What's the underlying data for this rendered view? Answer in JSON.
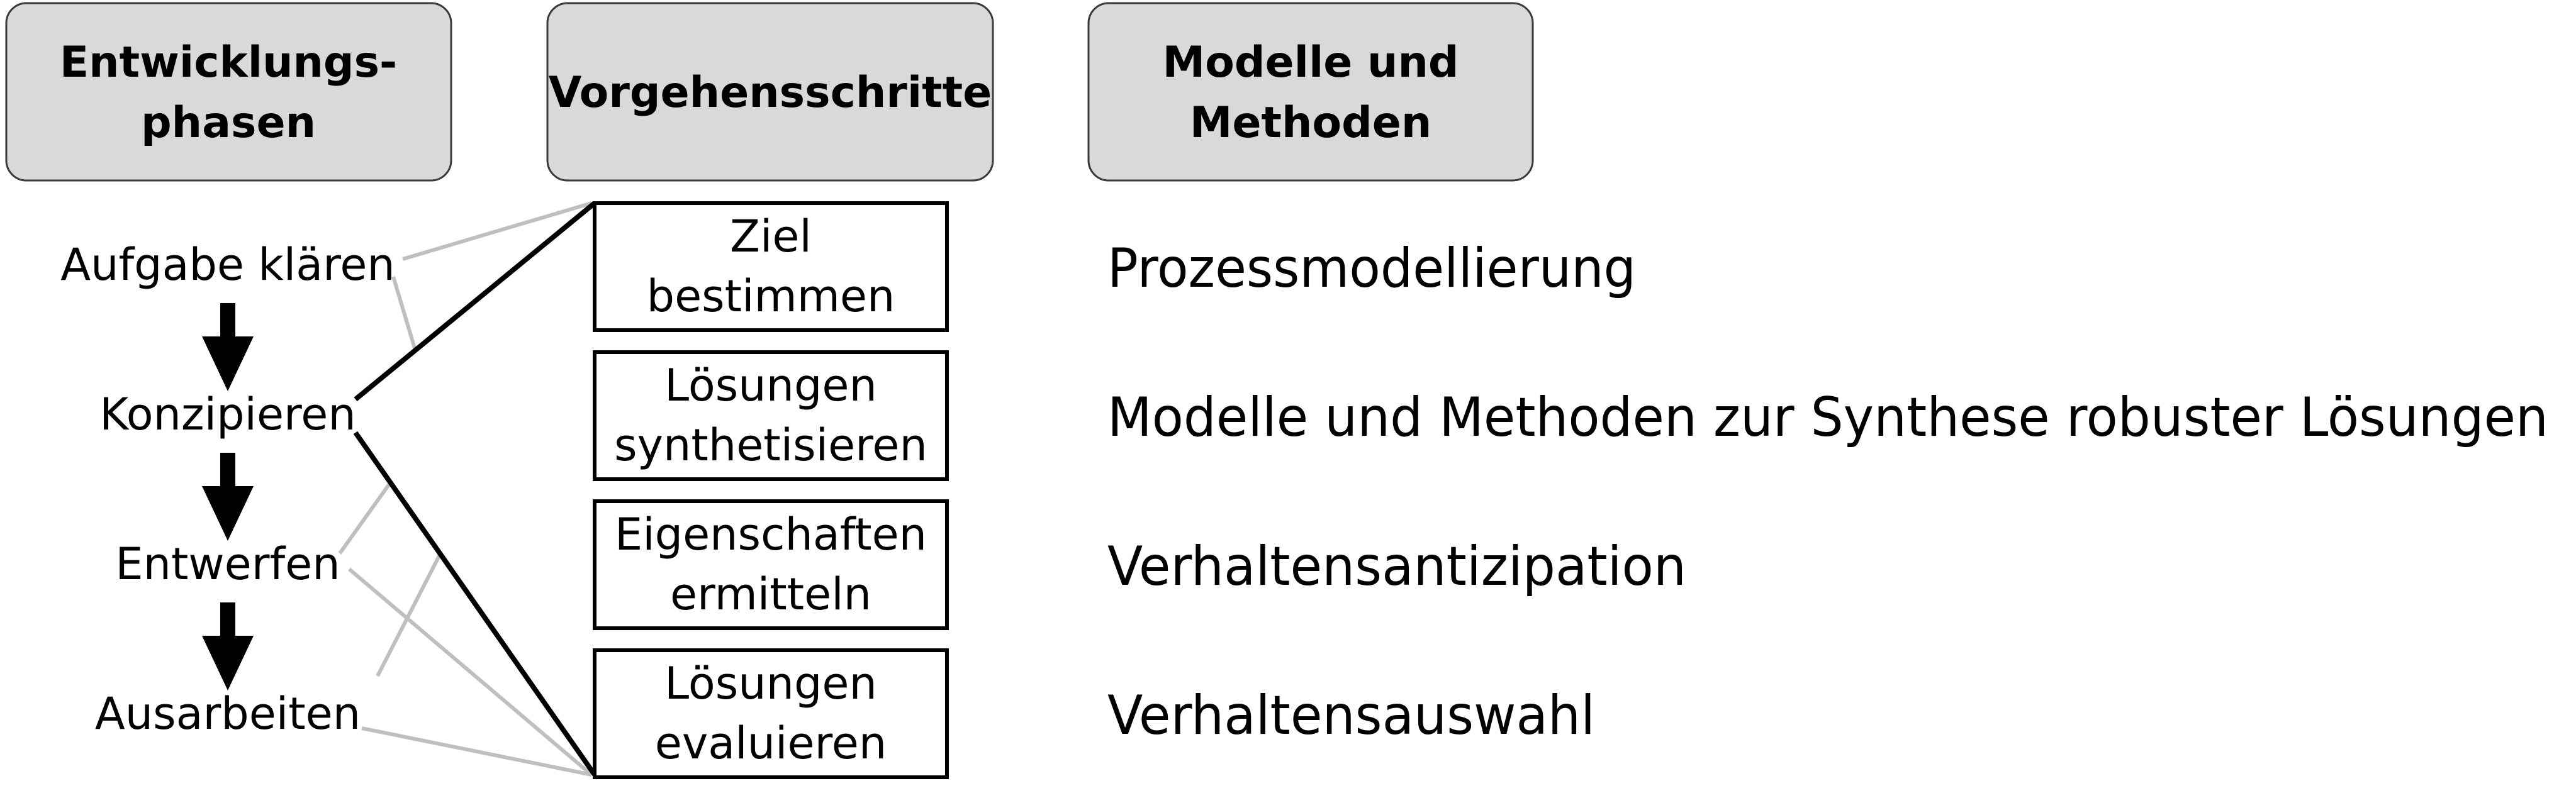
{
  "headers": {
    "phases": [
      "Entwicklungs-",
      "phasen"
    ],
    "steps": [
      "Vorgehensschritte"
    ],
    "methods": [
      "Modelle und",
      "Methoden"
    ]
  },
  "phases": [
    "Aufgabe klären",
    "Konzipieren",
    "Entwerfen",
    "Ausarbeiten"
  ],
  "steps": [
    [
      "Ziel",
      "bestimmen"
    ],
    [
      "Lösungen",
      "synthetisieren"
    ],
    [
      "Eigenschaften",
      "ermitteln"
    ],
    [
      "Lösungen",
      "evaluieren"
    ]
  ],
  "methods": [
    "Prozessmodellierung",
    "Modelle und Methoden zur Synthese robuster Lösungen",
    "Verhaltensantizipation",
    "Verhaltensauswahl"
  ],
  "colors": {
    "header_fill": "#d9d9d9",
    "header_stroke": "#3a3a3a",
    "gray_line": "#bfbfbf",
    "black_line": "#000000"
  }
}
